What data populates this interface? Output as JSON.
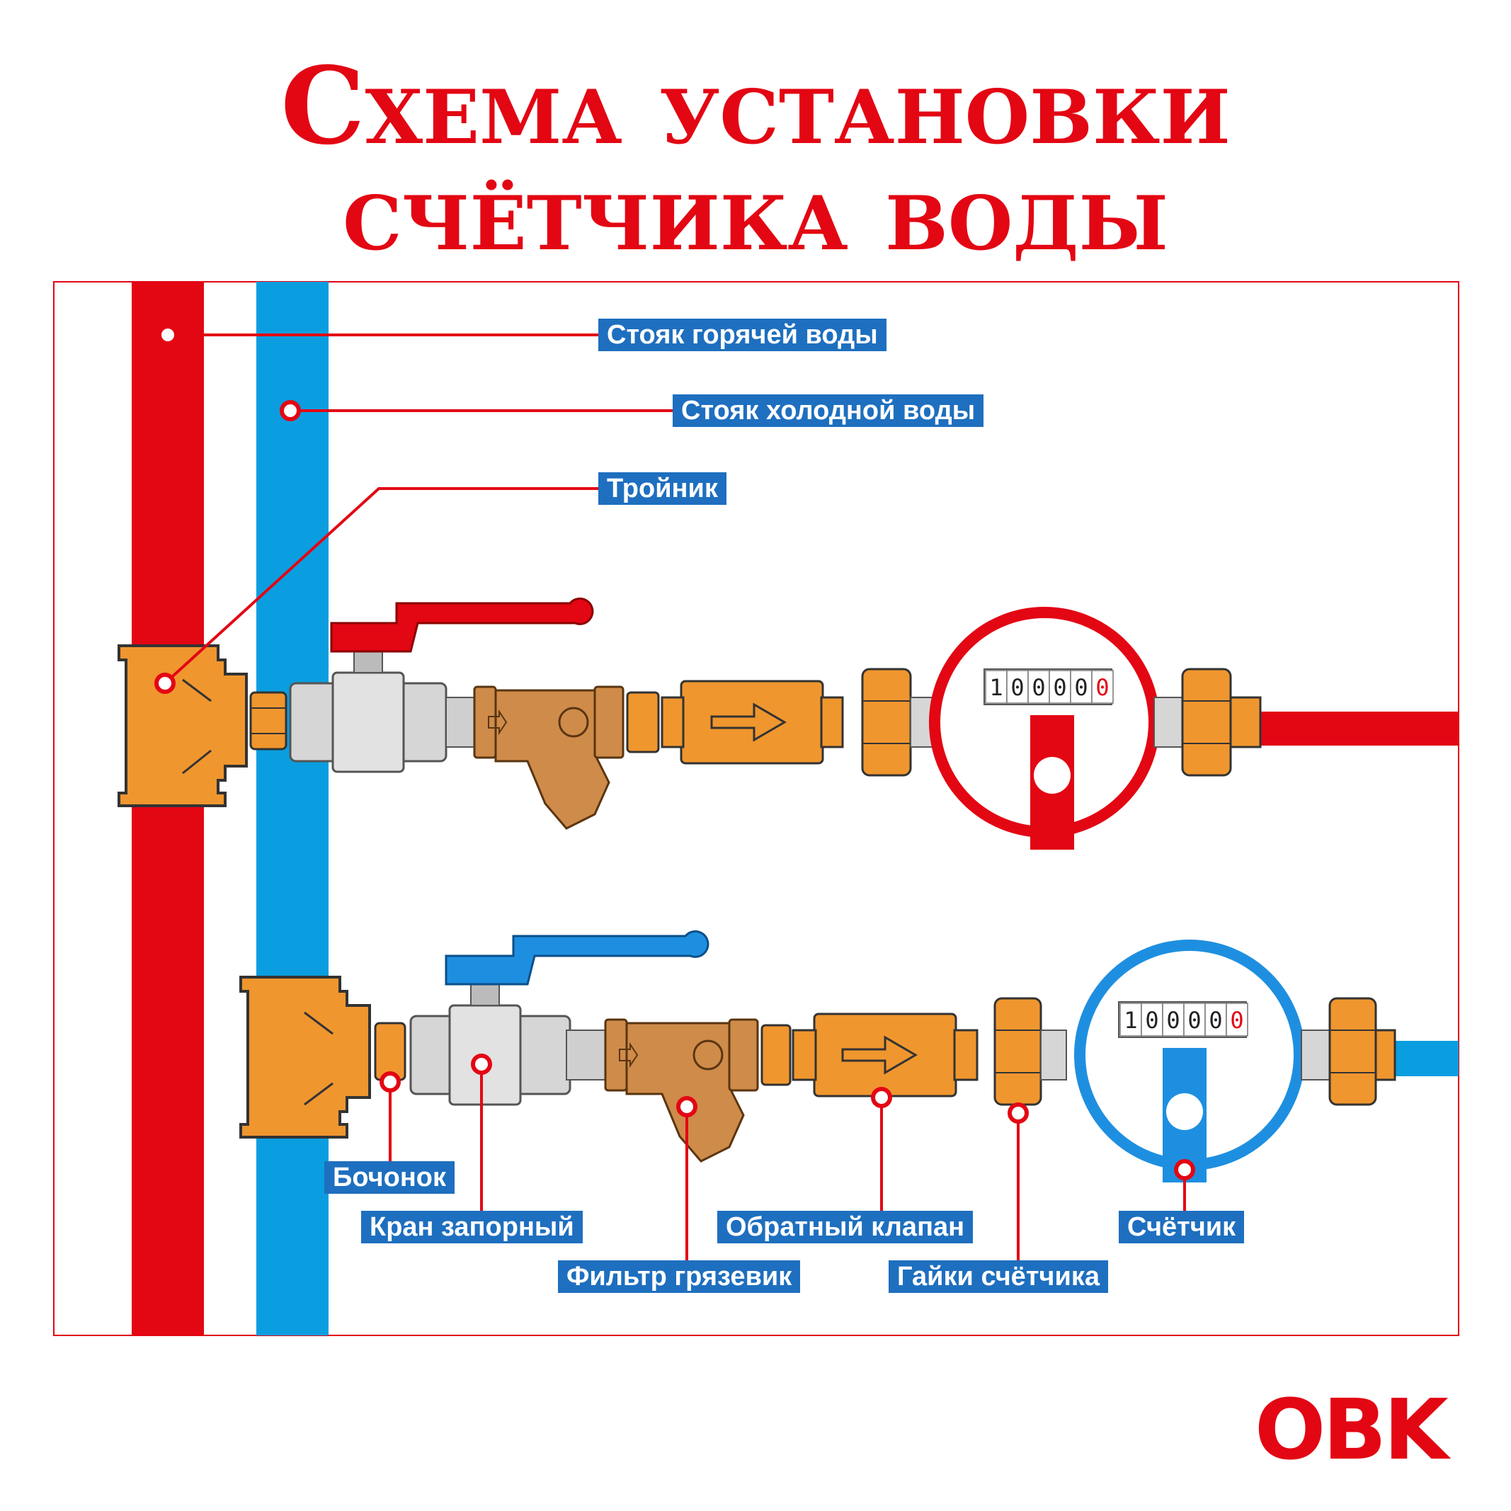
{
  "title": {
    "line1": "Схема установки",
    "line2": "счётчика воды"
  },
  "labels": {
    "hot_riser": "Стояк горячей воды",
    "cold_riser": "Стояк холодной воды",
    "tee": "Тройник",
    "nipple": "Бочонок",
    "shutoff_valve": "Кран запорный",
    "mud_filter": "Фильтр грязевик",
    "check_valve": "Обратный клапан",
    "meter_nuts": "Гайки счётчика",
    "meter": "Счётчик"
  },
  "meter_reading": "100000",
  "logo": "OBK",
  "colors": {
    "hot": "#e30613",
    "cold": "#0a9ee0",
    "brand_red": "#e30613",
    "label_bg": "#1e6fbf",
    "brass": "#f0962e",
    "bronze": "#cf8b4a",
    "steel": "#d6d6d6"
  }
}
